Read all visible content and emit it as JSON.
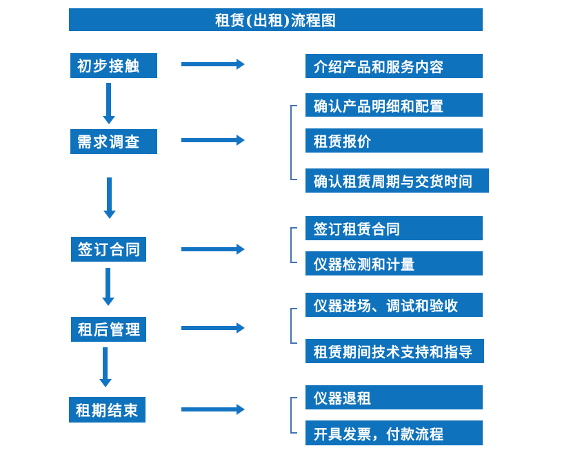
{
  "title": "租赁(出租)流程图",
  "colors": {
    "box_blue": "#0f72bd",
    "arrow_blue": "#1474c4",
    "bracket_blue": "#4472b4",
    "text_white": "#ffffff",
    "background": "#ffffff"
  },
  "flow": {
    "stages": [
      {
        "label": "初步接触",
        "details": [
          "介绍产品和服务内容"
        ]
      },
      {
        "label": "需求调查",
        "details": [
          "确认产品明细和配置",
          "租赁报价",
          "确认租赁周期与交货时间"
        ]
      },
      {
        "label": "签订合同",
        "details": [
          "签订租赁合同",
          "仪器检测和计量"
        ]
      },
      {
        "label": "租后管理",
        "details": [
          "仪器进场、调试和验收",
          "租赁期间技术支持和指导"
        ]
      },
      {
        "label": "租期结束",
        "details": [
          "仪器退租",
          "开具发票，付款流程"
        ]
      }
    ]
  }
}
